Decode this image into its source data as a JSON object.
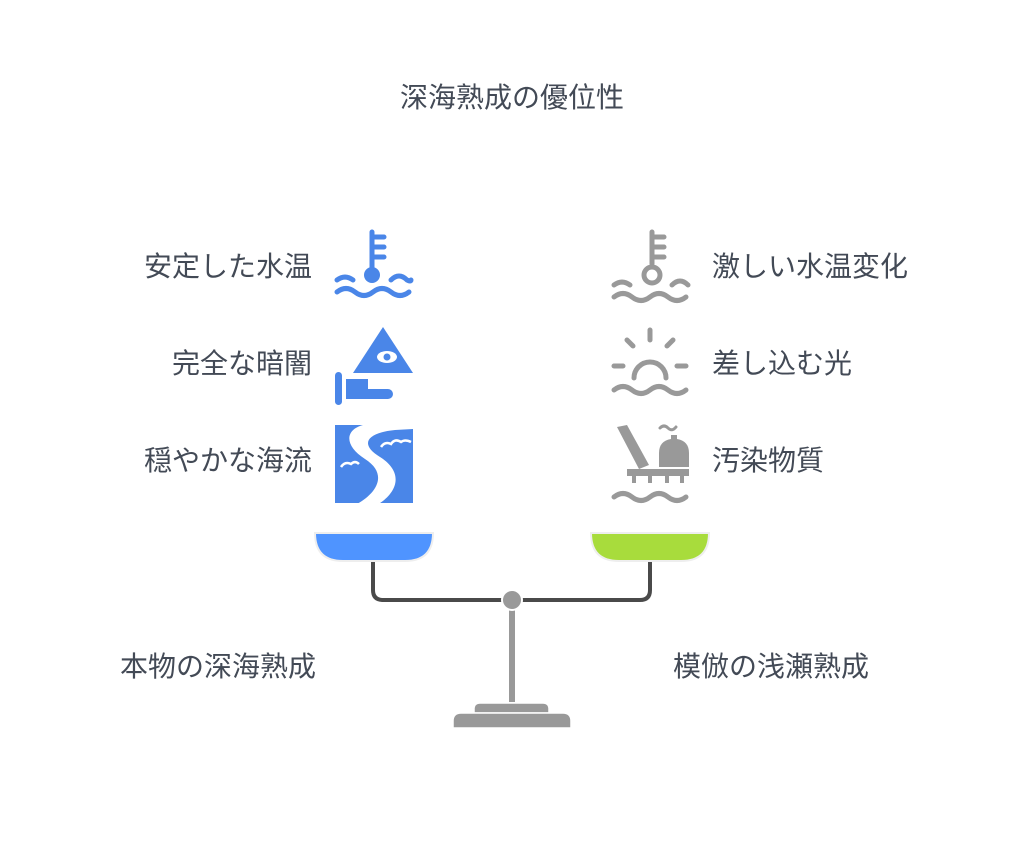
{
  "title": "深海熟成の優位性",
  "left": {
    "label": "本物の深海熟成",
    "color": "#4f94ff",
    "items": [
      {
        "label": "安定した水温",
        "icon": "water-temperature-icon"
      },
      {
        "label": "完全な暗闇",
        "icon": "eye-pyramid-hand-icon"
      },
      {
        "label": "穏やかな海流",
        "icon": "river-current-icon"
      }
    ]
  },
  "right": {
    "label": "模倣の浅瀬熟成",
    "color": "#a8dc3c",
    "items": [
      {
        "label": "激しい水温変化",
        "icon": "water-temperature-icon"
      },
      {
        "label": "差し込む光",
        "icon": "sunrise-over-water-icon"
      },
      {
        "label": "汚染物質",
        "icon": "oil-rig-pollution-icon"
      }
    ]
  },
  "colors": {
    "text": "#434a56",
    "icon_left": "#4a86e8",
    "icon_right": "#999999",
    "scale": "#999999",
    "arm": "#4a4a4a"
  }
}
